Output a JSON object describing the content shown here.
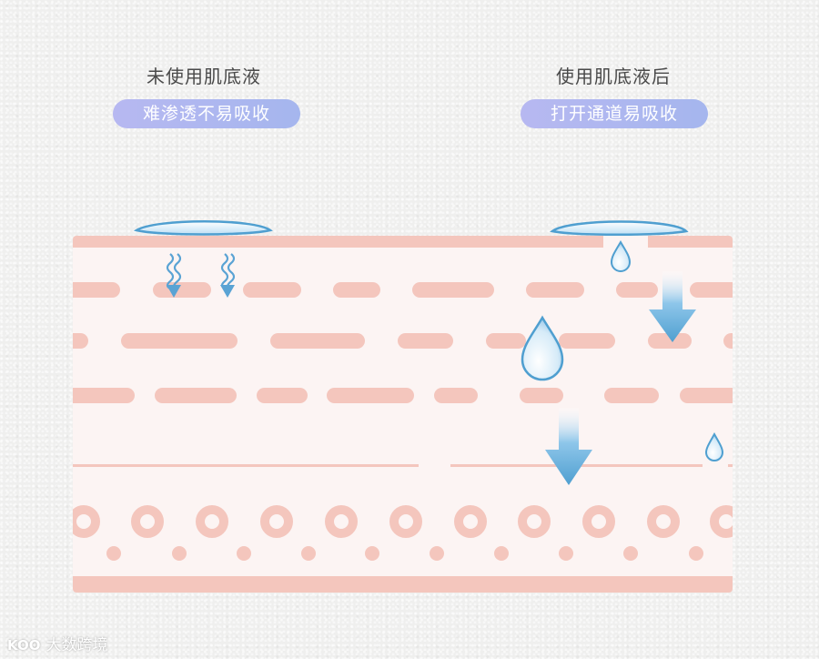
{
  "left": {
    "title": "未使用肌底液",
    "badge": "难渗透不易吸收"
  },
  "right": {
    "title": "使用肌底液后",
    "badge": "打开通道易吸收"
  },
  "watermark": {
    "logo": "KOO",
    "text": "大数跨境"
  },
  "colors": {
    "background": "#efefee",
    "skin": "#fcf4f3",
    "layer": "#f4c6bd",
    "droplet": "#5a9fd4",
    "badge": "#b0b6f0",
    "arrow": "#4f9fd0"
  }
}
